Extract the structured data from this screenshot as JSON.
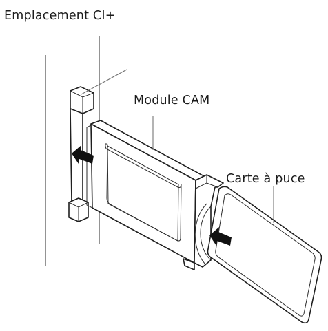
{
  "labels": {
    "slot": "Emplacement CI+",
    "module": "Module CAM",
    "card": "Carte à puce"
  }
}
